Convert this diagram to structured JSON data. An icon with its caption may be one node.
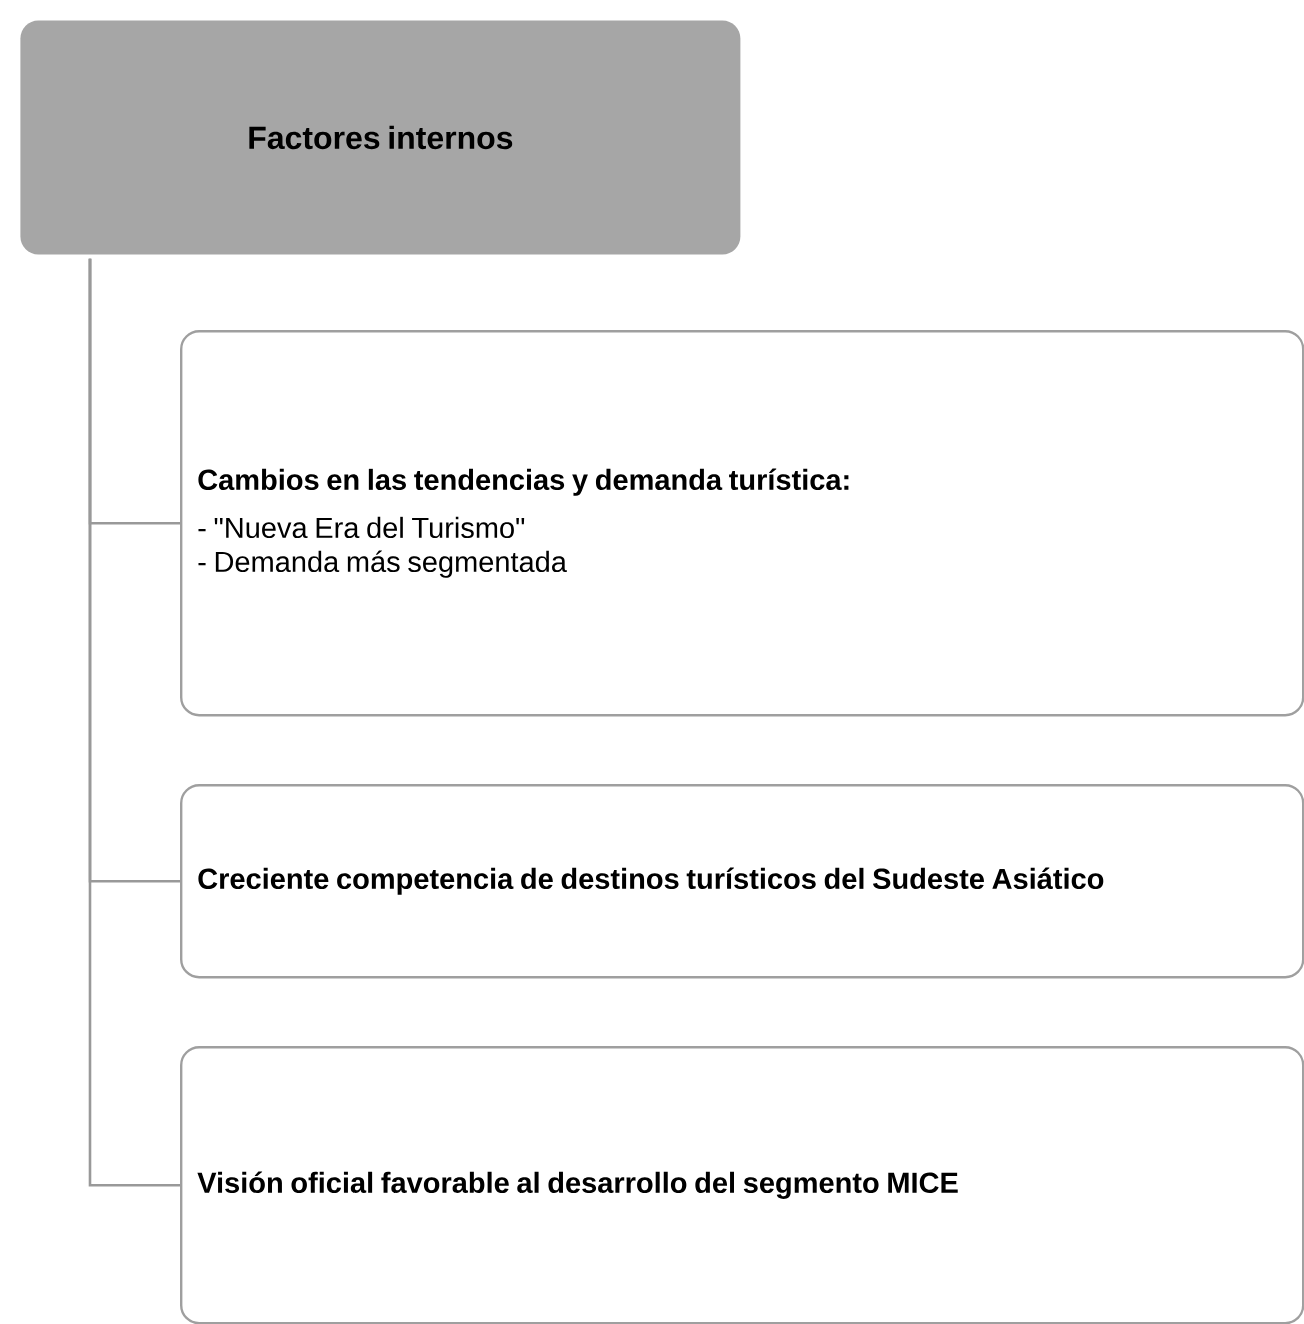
{
  "diagram": {
    "nodes": [
      {
        "text": [
          "Factores internos"
        ]
      },
      {
        "text": [
          "Cambios en las tendencias y demanda turística:",
          "- \"Nueva Era del Turismo\"",
          "- Demanda más segmentada"
        ]
      },
      {
        "text": [
          "Creciente competencia de destinos turísticos del Sudeste Asiático"
        ]
      },
      {
        "text": [
          "Visión oficial favorable al desarrollo del segmento MICE"
        ]
      }
    ],
    "edges": [
      {
        "from": 0,
        "to": 1,
        "arrow": "none"
      },
      {
        "from": 0,
        "to": 2,
        "arrow": "none"
      },
      {
        "from": 0,
        "to": 3,
        "arrow": "none"
      }
    ]
  }
}
